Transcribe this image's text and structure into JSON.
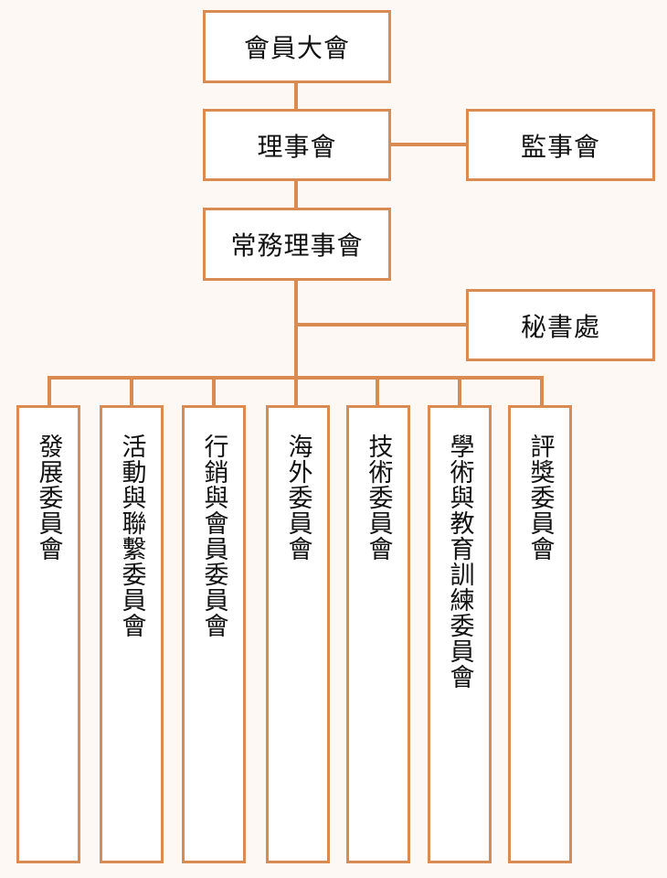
{
  "chart": {
    "top": "會員大會",
    "board": "理事會",
    "supervisors": "監事會",
    "standing": "常務理事會",
    "secretariat": "秘書處",
    "committees": [
      "發展委員會",
      "活動與聯繫委員會",
      "行銷與會員委員會",
      "海外委員會",
      "技術委員會",
      "學術與教育訓練委員會",
      "評獎委員會"
    ]
  },
  "colors": {
    "line": "#d98b52",
    "background": "#fdf8f4",
    "box": "#ffffff"
  }
}
